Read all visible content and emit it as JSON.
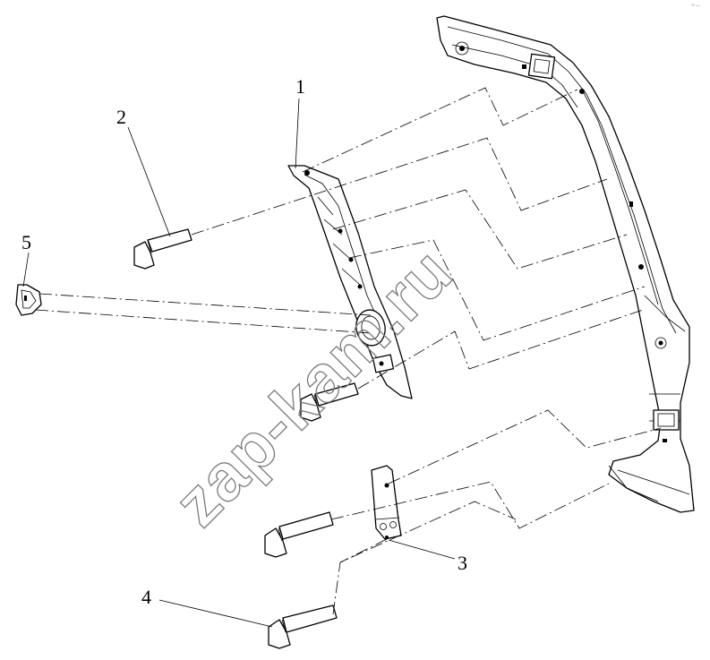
{
  "callouts": {
    "c1": "1",
    "c2": "2",
    "c3": "3",
    "c4": "4",
    "c5": "5"
  },
  "watermark": "zap-kam.ru",
  "corner_mark": "ºº —",
  "colors": {
    "line": "#000000",
    "background": "#ffffff",
    "watermark": "#7a7a7a"
  }
}
